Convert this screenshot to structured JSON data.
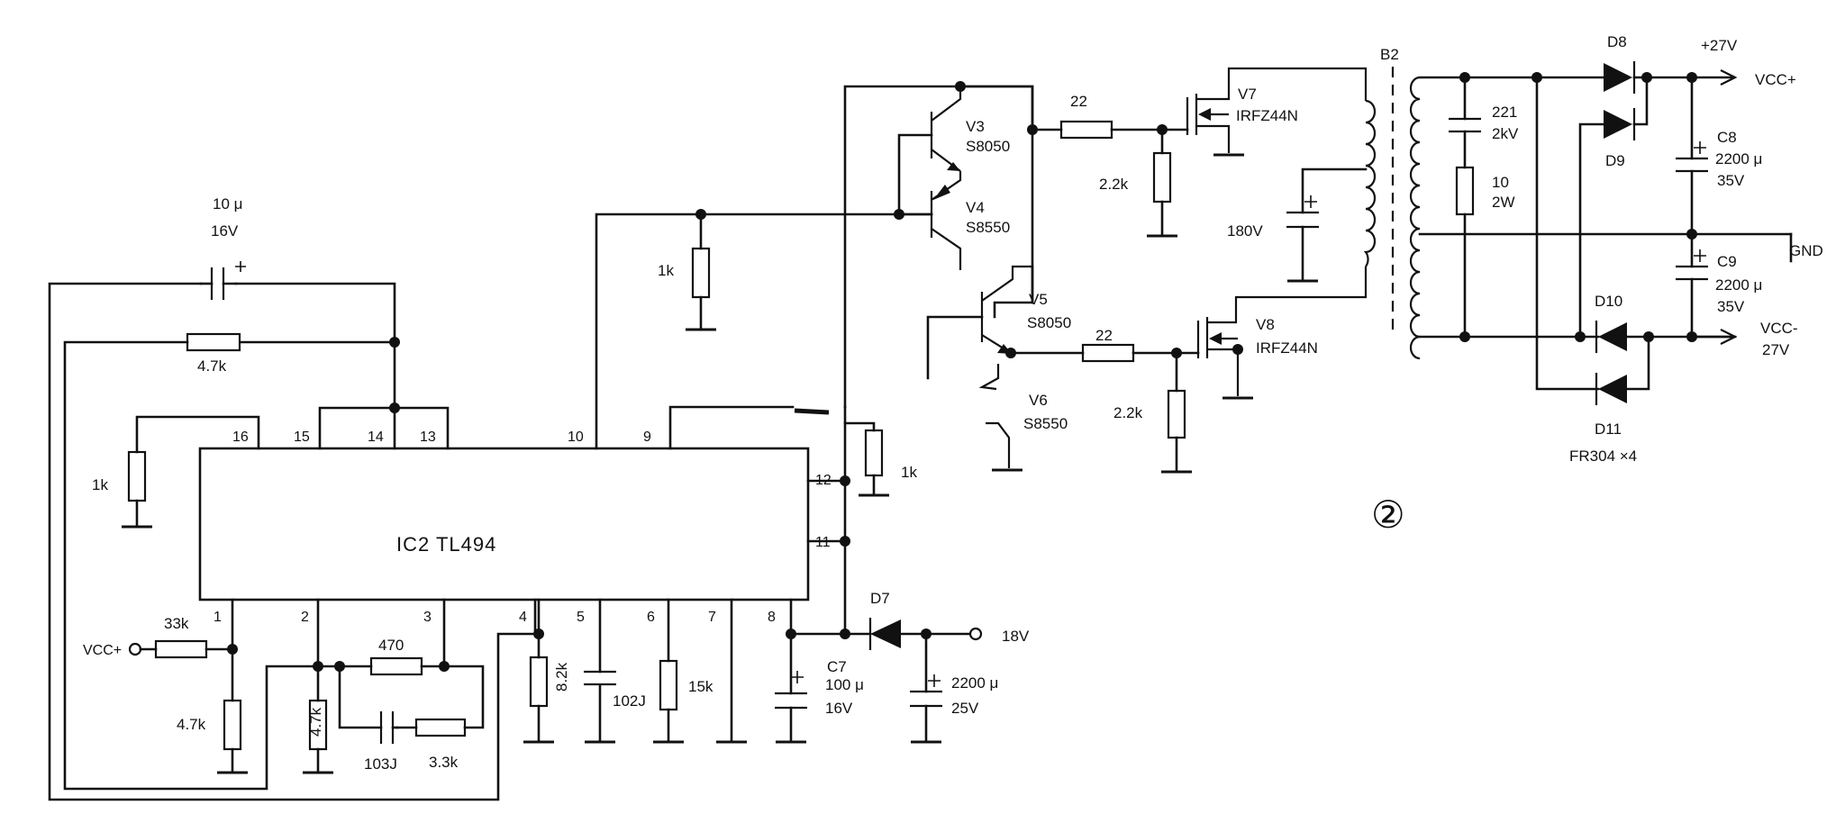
{
  "ic": {
    "title": "IC2  TL494"
  },
  "pins": [
    "1",
    "2",
    "3",
    "4",
    "5",
    "6",
    "7",
    "8",
    "9",
    "10",
    "11",
    "12",
    "13",
    "14",
    "15",
    "16"
  ],
  "components": {
    "c_fb": {
      "value": "10 μ",
      "rating": "16V"
    },
    "r_fb": {
      "value": "4.7k"
    },
    "r_16": {
      "value": "1k"
    },
    "r_vcc": {
      "value": "33k"
    },
    "vcc_in": {
      "label": "VCC+"
    },
    "r_p1": {
      "value": "4.7k"
    },
    "r_p2": {
      "value": "4.7k"
    },
    "r_470": {
      "value": "470"
    },
    "c_103": {
      "value": "103J"
    },
    "r_33": {
      "value": "3.3k"
    },
    "r_82": {
      "value": "8.2k"
    },
    "c_102": {
      "value": "102J"
    },
    "r_15": {
      "value": "15k"
    },
    "c7": {
      "name": "C7",
      "value": "100 μ",
      "rating": "16V"
    },
    "d7": {
      "name": "D7"
    },
    "in18": {
      "label": "18V"
    },
    "c_25": {
      "value": "2200 μ",
      "rating": "25V"
    },
    "r_1k_b": {
      "value": "1k"
    },
    "r_1k_c": {
      "value": "1k"
    },
    "v3": {
      "name": "V3",
      "part": "S8050"
    },
    "v4": {
      "name": "V4",
      "part": "S8550"
    },
    "v5": {
      "name": "V5",
      "part": "S8050"
    },
    "v6": {
      "name": "V6",
      "part": "S8550"
    },
    "r22_a": {
      "value": "22"
    },
    "r22_b": {
      "value": "22"
    },
    "r22k_a": {
      "value": "2.2k"
    },
    "r22k_b": {
      "value": "2.2k"
    },
    "v7": {
      "name": "V7",
      "part": "IRFZ44N"
    },
    "v8": {
      "name": "V8",
      "part": "IRFZ44N"
    },
    "c_180": {
      "value": "180V"
    },
    "b2": {
      "name": "B2"
    },
    "c_221": {
      "value": "221",
      "rating": "2kV"
    },
    "r_10": {
      "value": "10",
      "rating": "2W"
    },
    "d8": {
      "name": "D8"
    },
    "d9": {
      "name": "D9"
    },
    "d10": {
      "name": "D10"
    },
    "d11": {
      "name": "D11",
      "part": "FR304 ×4"
    },
    "c8": {
      "name": "C8",
      "value": "2200 μ",
      "rating": "35V"
    },
    "c9": {
      "name": "C9",
      "value": "2200 μ",
      "rating": "35V"
    },
    "out_p": {
      "volt": "+27V",
      "label": "VCC+"
    },
    "out_n": {
      "label": "VCC-",
      "volt": "27V"
    },
    "gnd": {
      "label": "GND"
    }
  },
  "figure_number": "②"
}
